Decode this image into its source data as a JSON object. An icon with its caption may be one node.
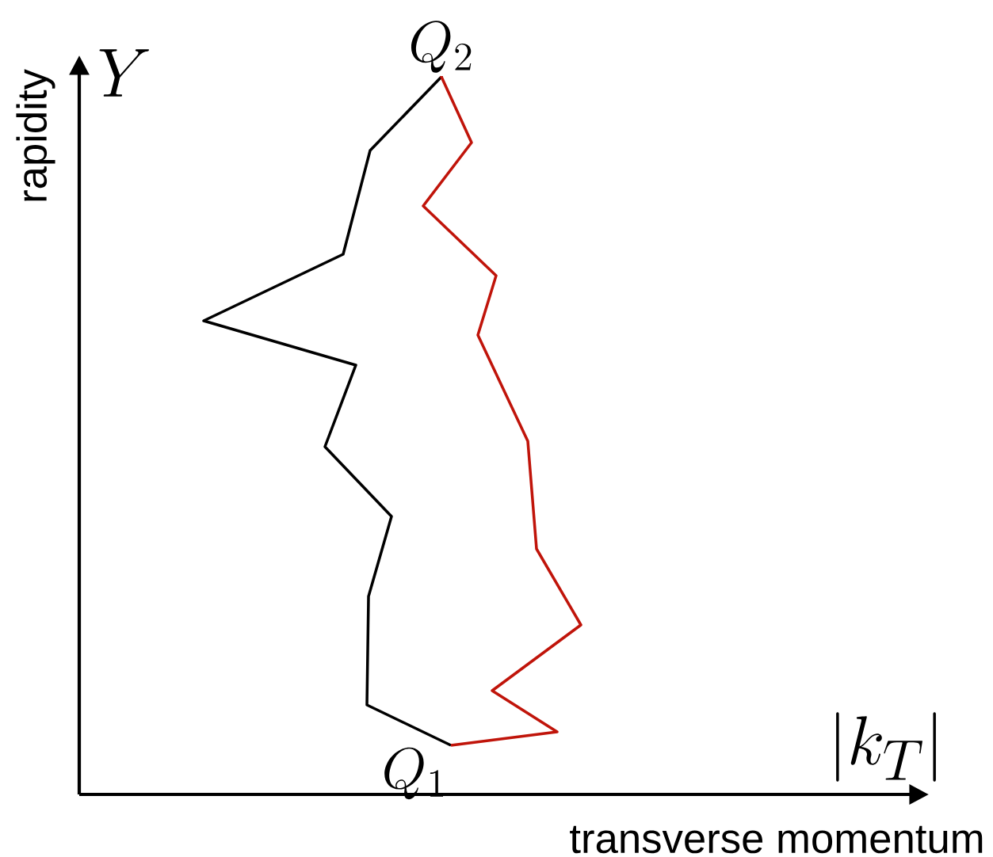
{
  "diagram": {
    "nodes": [
      {
        "text": [
          "Q_2"
        ]
      },
      {
        "text": [
          "Q_1"
        ]
      }
    ],
    "edges": [
      {
        "from": 1,
        "to": 0,
        "arrow": "none"
      },
      {
        "from": 1,
        "to": 0,
        "arrow": "none",
        "color": "#c0140a"
      }
    ],
    "labels": [
      "Y",
      "rapidity",
      "|k_T|",
      "transverse momentum"
    ]
  }
}
